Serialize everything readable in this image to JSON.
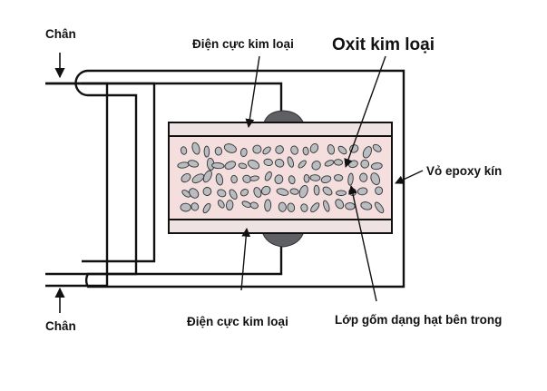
{
  "labels": {
    "pin_top": "Chân",
    "pin_bottom": "Chân",
    "electrode_top": "Điện cực kim loại",
    "electrode_bottom": "Điện cực kim loại",
    "metal_oxide": "Oxit kim loại",
    "epoxy_case": "Vỏ epoxy kín",
    "ceramic_layer": "Lớp gốm dạng hạt bên trong"
  },
  "colors": {
    "line": "#111111",
    "ceramic_fill": "#f4dede",
    "electrode_band": "#eee2e2",
    "grain_fill": "#b9bcc0",
    "solder_blob": "#5f6063",
    "background": "#ffffff"
  }
}
